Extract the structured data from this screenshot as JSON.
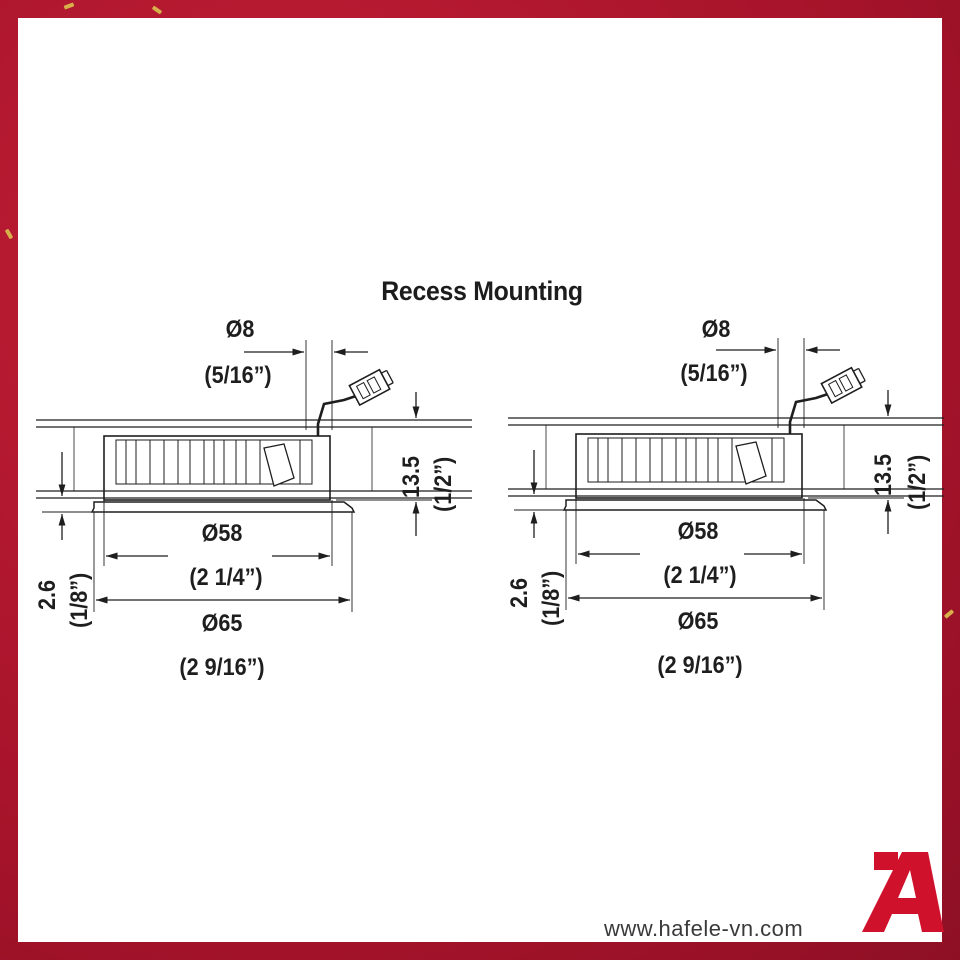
{
  "title": "Recess Mounting",
  "left_drawing": {
    "cable_dia": "Ø8",
    "cable_dia_in": "(5/16”)",
    "height": "13.5",
    "height_in": "(1/2”)",
    "inner_dia": "Ø58",
    "inner_dia_in": "(2 1/4”)",
    "outer_dia": "Ø65",
    "outer_dia_in": "(2 9/16”)",
    "rim": "2.6",
    "rim_in": "(1/8”)"
  },
  "right_drawing": {
    "cable_dia": "Ø8",
    "cable_dia_in": "(5/16”)",
    "height": "13.5",
    "height_in": "(1/2”)",
    "inner_dia": "Ø58",
    "inner_dia_in": "(2 1/4”)",
    "outer_dia": "Ø65",
    "outer_dia_in": "(2 9/16”)",
    "rim": "2.6",
    "rim_in": "(1/8”)"
  },
  "footer": {
    "website": "www.hafele-vn.com"
  },
  "colors": {
    "frame": "#b3182f",
    "logo": "#d0112b",
    "line": "#1e1e1e"
  }
}
